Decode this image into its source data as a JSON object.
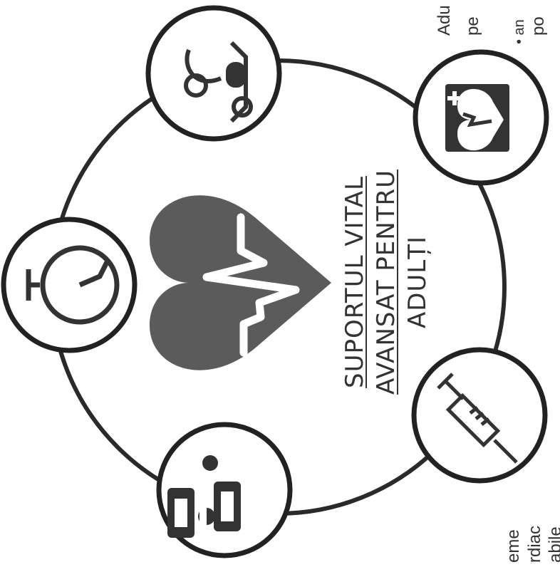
{
  "title": {
    "line1": "SUPORTUL VITAL",
    "line2": "AVANSAT PENTRU",
    "line3": "ADULȚI"
  },
  "icons": {
    "center": "heartbeat-icon",
    "node1": "team-monitors-icon",
    "node2": "stopwatch-icon",
    "node3": "patient-care-icon",
    "node4": "defibrillator-icon",
    "node5": "syringe-icon"
  },
  "side_text_left": {
    "line1": "eme",
    "line2": "rdiac",
    "line3": "abile"
  },
  "side_text_right": {
    "line1": "Adu",
    "line2": "pe",
    "line3": "• an",
    "line4": "po"
  },
  "colors": {
    "heart": "#5b5b5b",
    "stroke": "#222222",
    "text": "#333333"
  }
}
